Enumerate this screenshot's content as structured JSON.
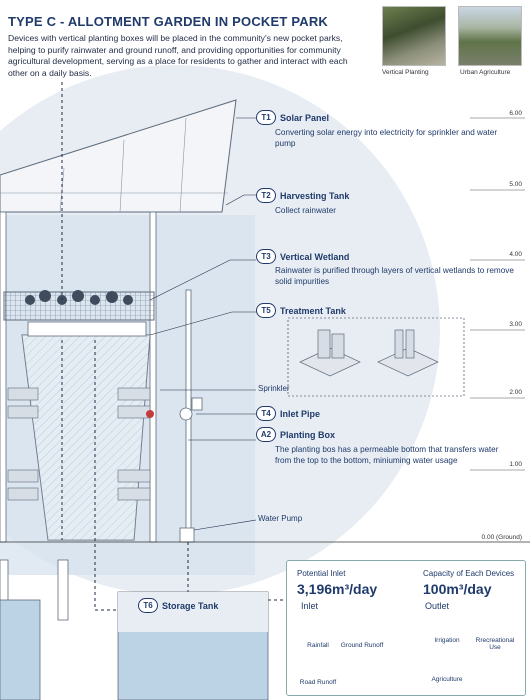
{
  "header": {
    "title": "TYPE C - ALLOTMENT GARDEN IN POCKET PARK",
    "intro": "Devices with vertical planting boxes will be placed in the community's new pocket parks, helping to purify rainwater and ground runoff, and providing opportunities for community agricultural development, serving as a place for residents to gather and interact with each other on a daily basis."
  },
  "photos": [
    {
      "caption": "Vertical Planting"
    },
    {
      "caption": "Urban Agriculture"
    }
  ],
  "levels": [
    "6.00",
    "5.00",
    "4.00",
    "3.00",
    "2.00",
    "1.00",
    "0.00 (Ground)"
  ],
  "components": {
    "t1": {
      "badge": "T1",
      "name": "Solar Panel",
      "desc": "Converting solar energy into electricity for sprinkler and water pump"
    },
    "t2": {
      "badge": "T2",
      "name": "Harvesting Tank",
      "desc": "Collect rainwater"
    },
    "t3": {
      "badge": "T3",
      "name": "Vertical Wetland",
      "desc": "Rainwater is purified through layers of vertical wetlands to remove solid impurities"
    },
    "t5": {
      "badge": "T5",
      "name": "Treatment Tank"
    },
    "t4": {
      "badge": "T4",
      "name": "Inlet Pipe"
    },
    "a2": {
      "badge": "A2",
      "name": "Planting Box",
      "desc": "The planting bos has a permeable bottom that transfers water from the top to the bottom, miniuming water usage"
    },
    "t6": {
      "badge": "T6",
      "name": "Storage Tank"
    }
  },
  "labels": {
    "sprinkler": "Sprinkler",
    "water_pump": "Water Pump"
  },
  "inlet_box": {
    "potential_inlet_label": "Potential Inlet",
    "potential_inlet_value": "3,196m³/day",
    "capacity_label": "Capacity of Each Devices",
    "capacity_value": "100m³/day",
    "inlet_heading": "Inlet",
    "outlet_heading": "Outlet",
    "inlets": [
      "Rainfall",
      "Ground Runoff",
      "Road Runoff"
    ],
    "outlets": [
      "Irrigation",
      "Rrecreational Use",
      "Agriculture"
    ]
  },
  "colors": {
    "accent": "#1f3a6b",
    "circle": "#e8edf3",
    "water": "#bcd3e6"
  }
}
